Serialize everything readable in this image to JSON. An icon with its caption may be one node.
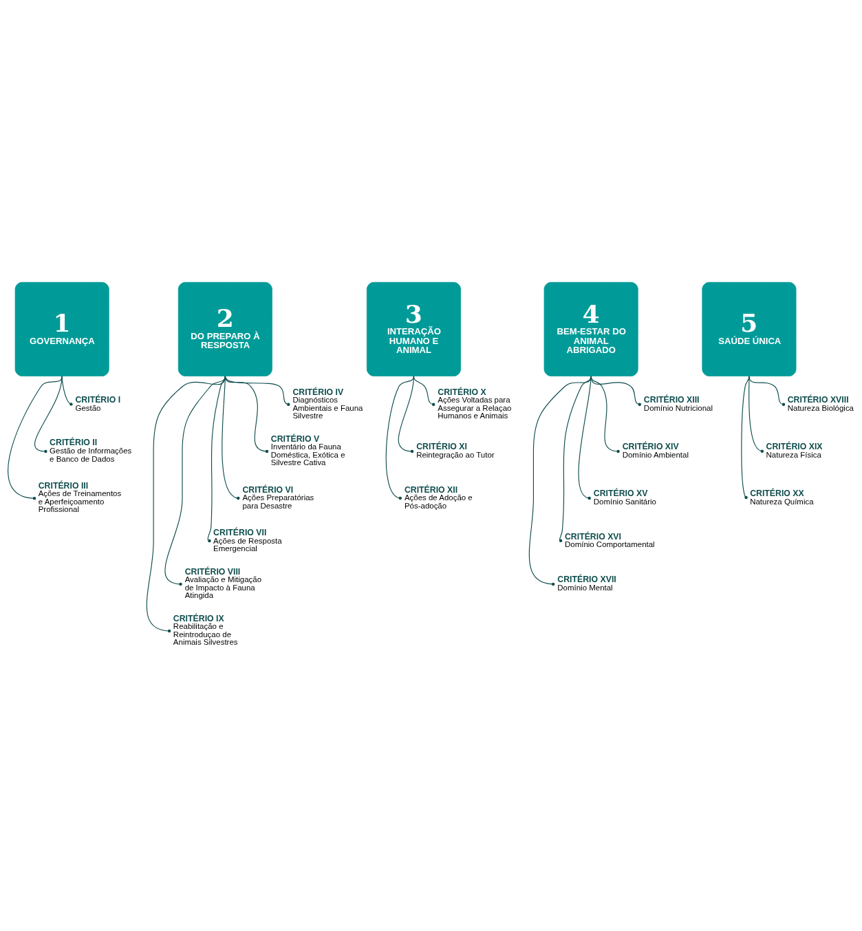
{
  "diagram": {
    "nodes": [
      {
        "text": [
          "1",
          "GOVERNANÇA"
        ]
      },
      {
        "text": [
          "CRITÉRIO I",
          "Gestão"
        ]
      },
      {
        "text": [
          "CRITÉRIO II",
          "Gestão de Informações e Banco de Dados"
        ]
      },
      {
        "text": [
          "CRITÉRIO III",
          "Ações de Treinamentos e Aperfeiçoamento Profissional"
        ]
      },
      {
        "text": [
          "2",
          "DO PREPARO À RESPOSTA"
        ]
      },
      {
        "text": [
          "CRITÉRIO IV",
          "Diagnósticos Ambientais e Fauna Silvestre"
        ]
      },
      {
        "text": [
          "CRITÉRIO V",
          "Inventário da Fauna Doméstica, Exótica e Silvestre Cativa"
        ]
      },
      {
        "text": [
          "CRITÉRIO VI",
          "Ações Preparatórias para Desastre"
        ]
      },
      {
        "text": [
          "CRITÉRIO VII",
          "Ações de Resposta Emergencial"
        ]
      },
      {
        "text": [
          "CRITÉRIO VIII",
          "Avaliação e Mitigação de Impacto à Fauna Atingida"
        ]
      },
      {
        "text": [
          "CRITÉRIO IX",
          "Reabilitação e Reintroduçao de Animais Silvestres"
        ]
      },
      {
        "text": [
          "3",
          "INTERAÇÃO HUMANO E ANIMAL"
        ]
      },
      {
        "text": [
          "CRITÉRIO X",
          "Ações Voltadas para Assegurar a Relaçao Humanos e Animais"
        ]
      },
      {
        "text": [
          "CRITÉRIO XI",
          "Reintegração ao Tutor"
        ]
      },
      {
        "text": [
          "CRITÉRIO XII",
          "Ações de Adoção e Pós-adoção"
        ]
      },
      {
        "text": [
          "4",
          "BEM-ESTAR DO ANIMAL ABRIGADO"
        ]
      },
      {
        "text": [
          "CRITÉRIO XIII",
          "Domínio Nutricional"
        ]
      },
      {
        "text": [
          "CRITÉRIO XIV",
          "Domínio Ambiental"
        ]
      },
      {
        "text": [
          "CRITÉRIO XV",
          "Domínio Sanitário"
        ]
      },
      {
        "text": [
          "CRITÉRIO XVI",
          "Domínio Comportamental"
        ]
      },
      {
        "text": [
          "CRITÉRIO XVII",
          "Domínio Mental"
        ]
      },
      {
        "text": [
          "5",
          "SAÚDE ÚNICA"
        ]
      },
      {
        "text": [
          "CRITÉRIO XVIII",
          "Natureza Biológica"
        ]
      },
      {
        "text": [
          "CRITÉRIO XIX",
          "Natureza Física"
        ]
      },
      {
        "text": [
          "CRITÉRIO XX",
          "Natureza Química"
        ]
      }
    ],
    "edges": [
      {
        "from": 0,
        "to": 1,
        "arrow": "other"
      },
      {
        "from": 0,
        "to": 2,
        "arrow": "other"
      },
      {
        "from": 0,
        "to": 3,
        "arrow": "other"
      },
      {
        "from": 4,
        "to": 5,
        "arrow": "other"
      },
      {
        "from": 4,
        "to": 6,
        "arrow": "other"
      },
      {
        "from": 4,
        "to": 7,
        "arrow": "other"
      },
      {
        "from": 4,
        "to": 8,
        "arrow": "other"
      },
      {
        "from": 4,
        "to": 9,
        "arrow": "other"
      },
      {
        "from": 4,
        "to": 10,
        "arrow": "other"
      },
      {
        "from": 11,
        "to": 12,
        "arrow": "other"
      },
      {
        "from": 11,
        "to": 13,
        "arrow": "other"
      },
      {
        "from": 11,
        "to": 14,
        "arrow": "other"
      },
      {
        "from": 15,
        "to": 16,
        "arrow": "other"
      },
      {
        "from": 15,
        "to": 17,
        "arrow": "other"
      },
      {
        "from": 15,
        "to": 18,
        "arrow": "other"
      },
      {
        "from": 15,
        "to": 19,
        "arrow": "other"
      },
      {
        "from": 15,
        "to": 20,
        "arrow": "other"
      },
      {
        "from": 21,
        "to": 22,
        "arrow": "other"
      },
      {
        "from": 21,
        "to": 23,
        "arrow": "other"
      },
      {
        "from": 21,
        "to": 24,
        "arrow": "other"
      }
    ]
  }
}
